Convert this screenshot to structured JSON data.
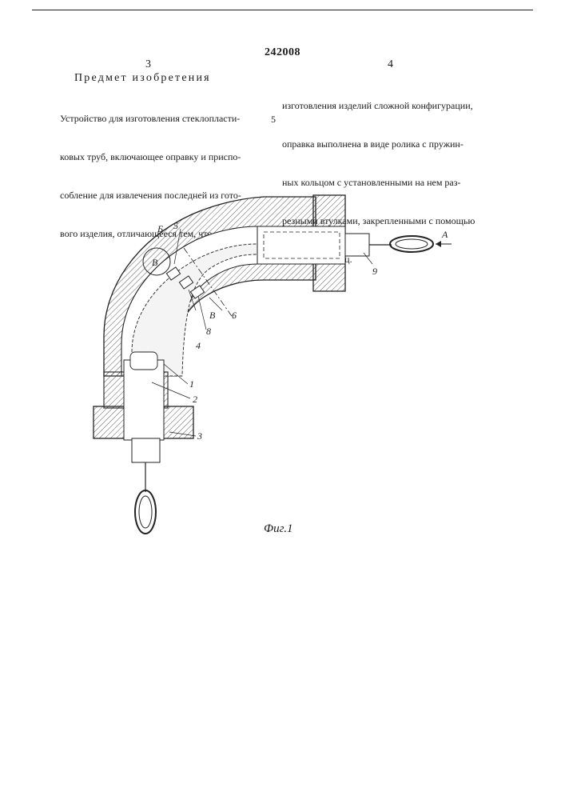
{
  "patent_number": "242008",
  "left_column": {
    "column_number": "3",
    "heading": "Предмет изобретения",
    "lines": [
      "Устройство для изготовления стеклопласти-",
      "ковых труб, включающее оправку и приспо-",
      "собление для извлечения последней из гото-",
      "вого изделия, отличающееся тем, что, с целью"
    ]
  },
  "right_column": {
    "column_number": "4",
    "lines": [
      "изготовления изделий сложной конфигурации,",
      "оправка выполнена в виде ролика с пружин-",
      "ных кольцом с установленными на нем раз-",
      "резными втулками, закрепленными с помощью",
      "разрезных колец."
    ]
  },
  "line_marker": "5",
  "figure": {
    "caption": "Фиг.1",
    "labels": {
      "n1": "1",
      "n2": "2",
      "n3": "3",
      "n4": "4",
      "n5": "5",
      "n6": "6",
      "n8": "8",
      "n9": "9",
      "b": "Б",
      "arrow": "A",
      "section_b1": "В",
      "section_b2": "В"
    }
  }
}
